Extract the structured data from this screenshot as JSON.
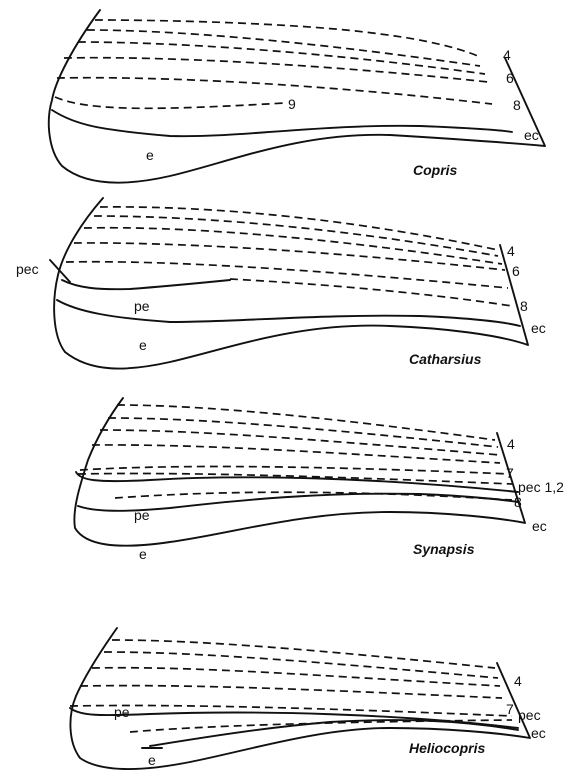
{
  "panels": [
    {
      "genus": "Copris",
      "labels": {
        "v4": "4",
        "v6": "6",
        "v8": "8",
        "v9": "9",
        "ec": "ec",
        "e": "e"
      }
    },
    {
      "genus": "Catharsius",
      "labels": {
        "pec": "pec",
        "pe": "pe",
        "v4": "4",
        "v6": "6",
        "v8": "8",
        "ec": "ec",
        "e": "e"
      }
    },
    {
      "genus": "Synapsis",
      "labels": {
        "v4": "4",
        "v7": "7",
        "pec": "pec 1,2",
        "v8": "8",
        "pe": "pe",
        "ec": "ec",
        "e": "e"
      }
    },
    {
      "genus": "Heliocopris",
      "labels": {
        "v4": "4",
        "v7": "7",
        "pec": "pec",
        "pe": "pe",
        "ec": "ec",
        "e": "e"
      }
    }
  ],
  "colors": {
    "ink": "#111111",
    "background": "#ffffff"
  }
}
